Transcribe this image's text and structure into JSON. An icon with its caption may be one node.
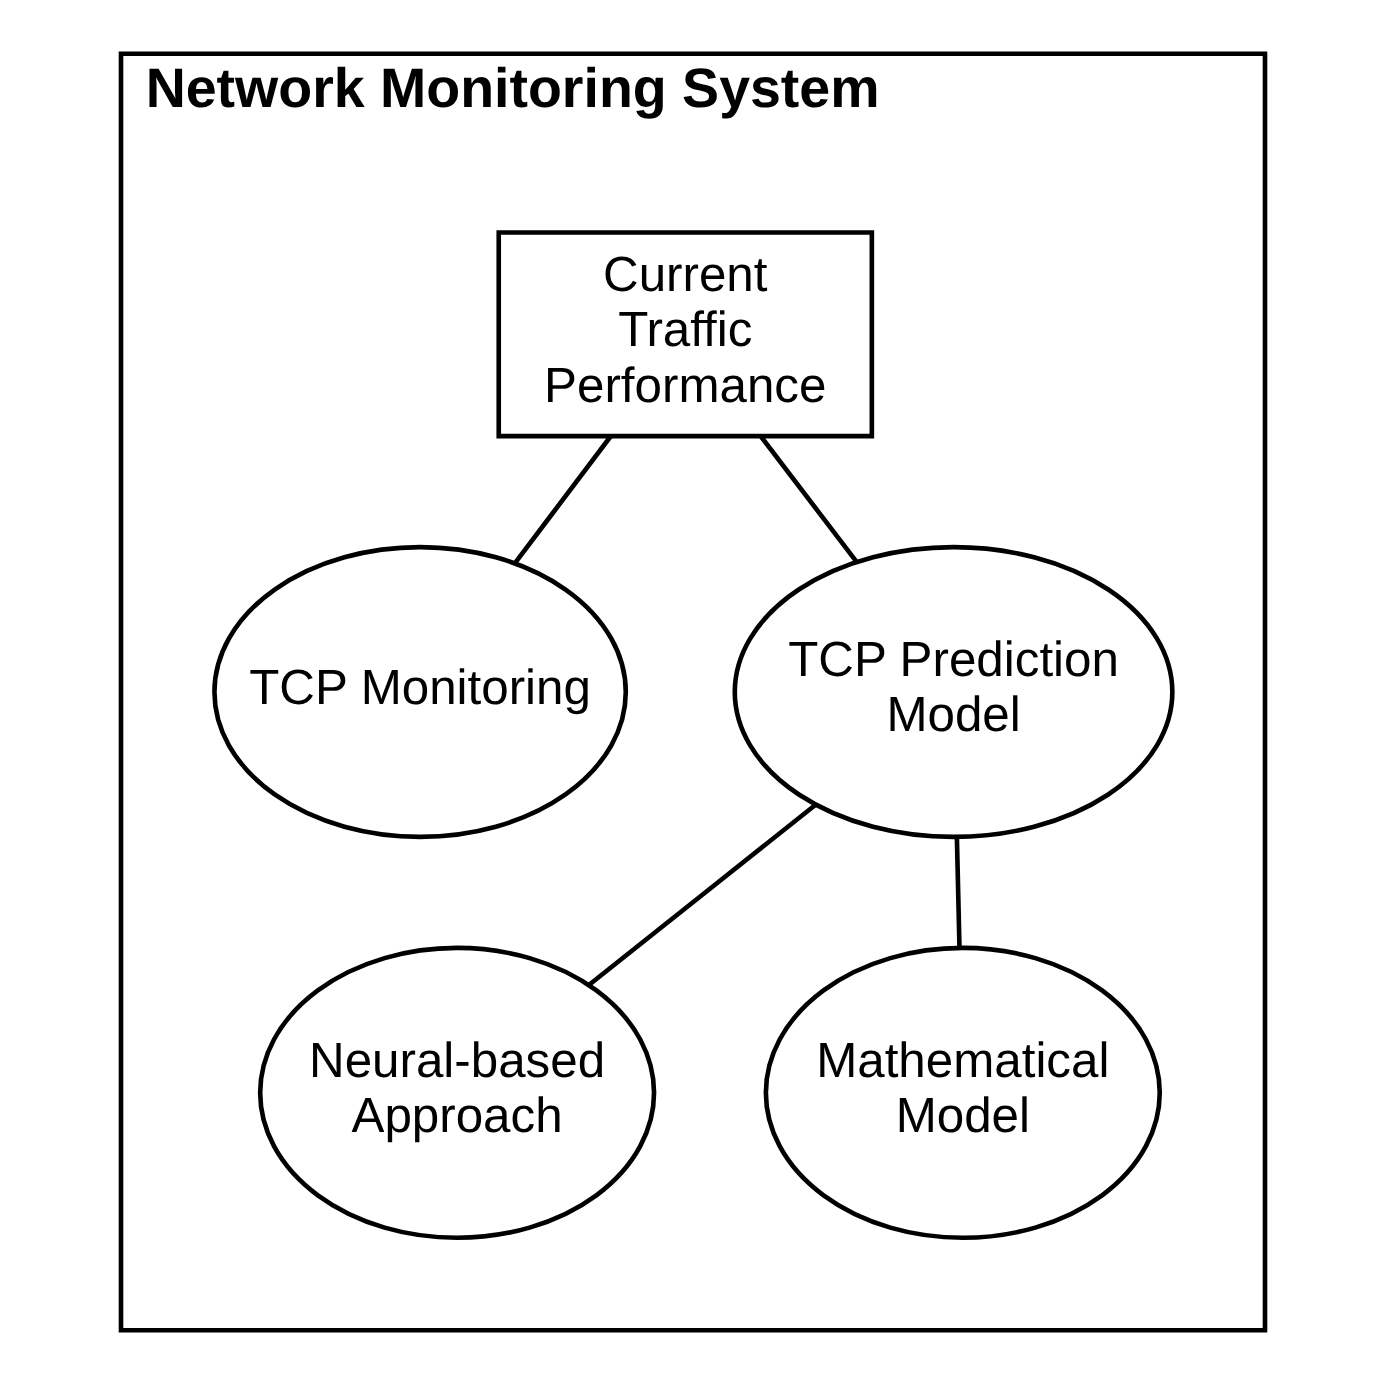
{
  "diagram": {
    "nodes": [
      {
        "text": [
          "Network Monitoring System"
        ]
      },
      {
        "text": [
          "Current Traffic Performance"
        ],
        "in": 0
      },
      {
        "text": [
          "TCP Monitoring"
        ],
        "in": 0
      },
      {
        "text": [
          "TCP Prediction Model"
        ],
        "in": 0
      },
      {
        "text": [
          "Neural-based Approach"
        ],
        "in": 0
      },
      {
        "text": [
          "Mathematical Model"
        ],
        "in": 0
      }
    ],
    "edges": [
      {
        "from": 1,
        "to": 2,
        "arrow": "none"
      },
      {
        "from": 1,
        "to": 3,
        "arrow": "none"
      },
      {
        "from": 3,
        "to": 4,
        "arrow": "none"
      },
      {
        "from": 3,
        "to": 5,
        "arrow": "none"
      }
    ]
  }
}
